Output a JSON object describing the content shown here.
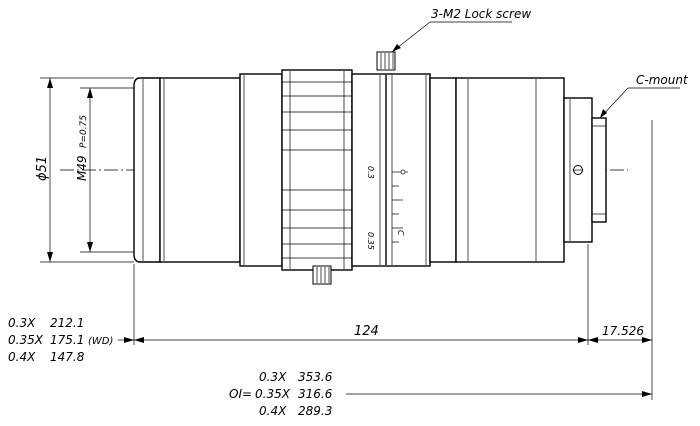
{
  "labels": {
    "lock_screw": "3-M2 Lock screw",
    "c_mount": "C-mount",
    "outer_diameter": "ϕ51",
    "filter_thread": "M49",
    "filter_pitch": "P=0.75",
    "length": "124",
    "flange_distance": "17.526",
    "wd": "(WD)",
    "od_prefix": "OI="
  },
  "wd_table": [
    {
      "mag": "0.3X",
      "value": "212.1"
    },
    {
      "mag": "0.35X",
      "value": "175.1"
    },
    {
      "mag": "0.4X",
      "value": "147.8"
    }
  ],
  "od_table": [
    {
      "mag": "0.3X",
      "value": "353.6"
    },
    {
      "mag": "0.35X",
      "value": "316.6"
    },
    {
      "mag": "0.4X",
      "value": "289.3"
    }
  ],
  "ring_scale": {
    "top_mark": "0.3",
    "mid_mark": "0.35",
    "index_c": "C"
  }
}
